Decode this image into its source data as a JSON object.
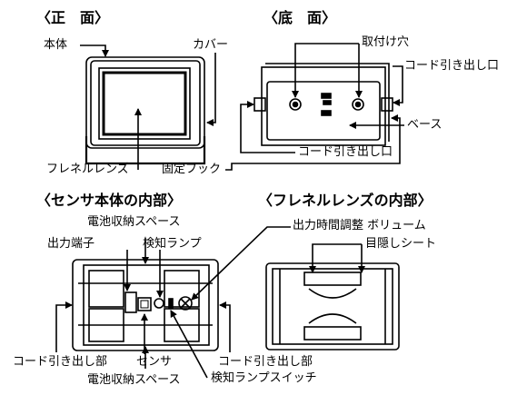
{
  "titles": {
    "front": "〈正　面〉",
    "bottom": "〈底　面〉",
    "sensor_inside": "〈センサ本体の内部〉",
    "lens_inside": "〈フレネルレンズの内部〉"
  },
  "labels": {
    "body": "本体",
    "cover": "カバー",
    "fresnel_lens": "フレネルレンズ",
    "fixing_hook": "固定フック",
    "mount_holes": "取付け穴",
    "cord_outlet_right": "コード引き出し口",
    "base": "ベース",
    "cord_outlet_bottom": "コード引き出し口",
    "battery_space_top": "電池収納スペース",
    "output_terminal": "出力端子",
    "detect_lamp": "検知ランプ",
    "output_time_knob": "出力時間調整 ボリューム",
    "blind_sheet": "目隠しシート",
    "cord_outlet_part_left": "コード引き出し部",
    "sensor": "センサ",
    "cord_outlet_part_right": "コード引き出し部",
    "battery_space_bottom": "電池収納スペース",
    "detect_lamp_switch": "検知ランプスイッチ"
  }
}
